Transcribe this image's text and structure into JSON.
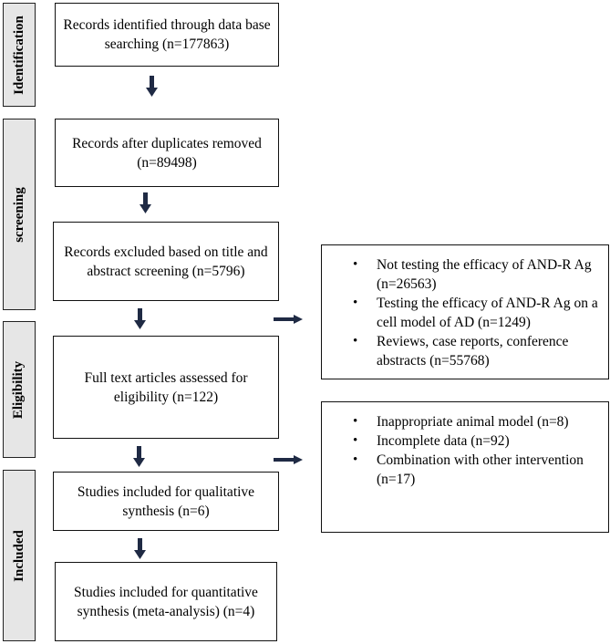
{
  "phases": {
    "identification": "Identification",
    "screening": "screening",
    "eligibility": "Eligibility",
    "included": "Included"
  },
  "boxes": {
    "identified": "Records identified through data base searching (n=177863)",
    "after_duplicates": "Records after duplicates removed (n=89498)",
    "excluded_title_abstract": "Records excluded based on title and abstract screening (n=5796)",
    "full_text": "Full text articles assessed for eligibility (n=122)",
    "qualitative": "Studies included for qualitative synthesis (n=6)",
    "quantitative": "Studies included for quantitative synthesis (meta-analysis) (n=4)"
  },
  "exclusions_screening": [
    "Not testing the efficacy of AND-R Ag (n=26563)",
    "Testing the efficacy of AND-R Ag on a cell model of AD (n=1249)",
    "Reviews, case reports, conference abstracts (n=55768)"
  ],
  "exclusions_eligibility": [
    "Inappropriate animal model (n=8)",
    "Incomplete data (n=92)",
    "Combination with other intervention (n=17)"
  ],
  "colors": {
    "arrow": "#1f2a44",
    "phase_fill": "#e6e6e6",
    "border": "#111111"
  }
}
